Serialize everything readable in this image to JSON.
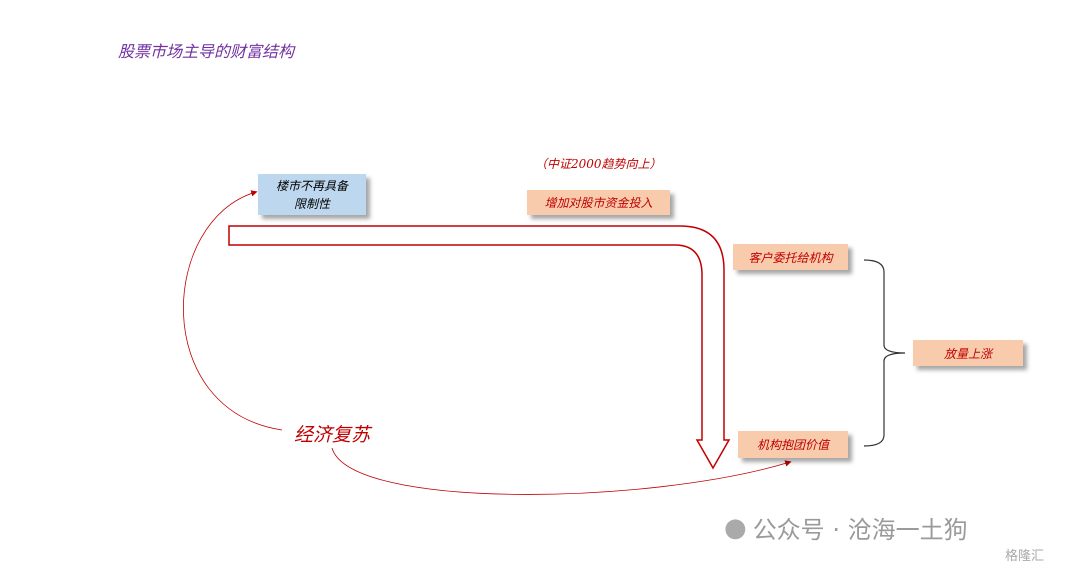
{
  "title": "股票市场主导的财富结构",
  "nodes": {
    "housing_line1": "楼市不再具备",
    "housing_line2": "限制性",
    "note": "（中证2000趋势向上）",
    "invest": "增加对股市资金投入",
    "delegate": "客户委托给机构",
    "cluster": "机构抱团价值",
    "volume": "放量上涨",
    "economy": "经济复苏"
  },
  "watermark": {
    "text": "公众号 · 沧海一土狗",
    "brand": "格隆汇"
  },
  "colors": {
    "red": "#c00000",
    "orange": "#f8cbad",
    "blue": "#bdd7ee",
    "purple": "#7030a0"
  }
}
